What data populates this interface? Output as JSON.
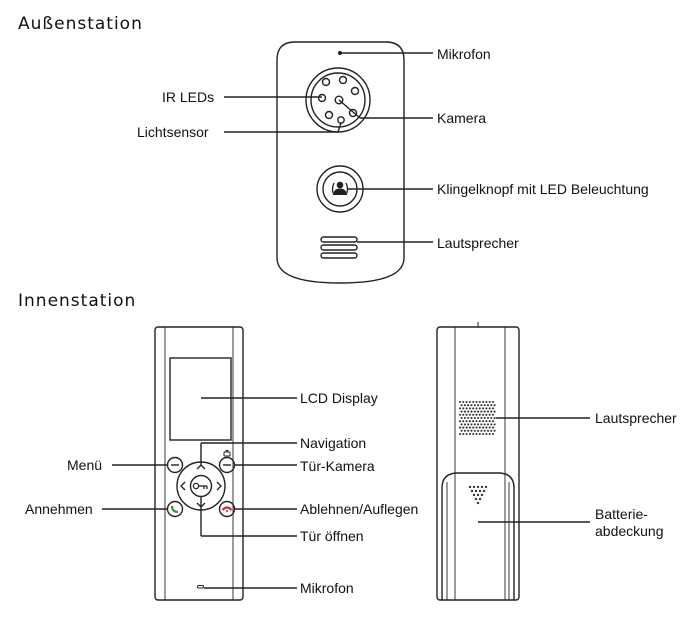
{
  "sections": {
    "outdoor_title": "Außenstation",
    "indoor_title": "Innenstation"
  },
  "outdoor_labels": {
    "mikrofon": "Mikrofon",
    "ir_leds": "IR LEDs",
    "kamera": "Kamera",
    "lichtsensor": "Lichtsensor",
    "klingelknopf": "Klingelknopf mit LED Beleuchtung",
    "lautsprecher": "Lautsprecher"
  },
  "indoor_labels": {
    "lcd_display": "LCD Display",
    "navigation": "Navigation",
    "menu": "Menü",
    "tuer_kamera": "Tür-Kamera",
    "annehmen": "Annehmen",
    "ablehnen": "Ablehnen/Auflegen",
    "tuer_oeffnen": "Tür öffnen",
    "mikrofon": "Mikrofon",
    "lautsprecher": "Lautsprecher",
    "batterie_line1": "Batterie-",
    "batterie_line2": "abdeckung"
  },
  "colors": {
    "line": "#222222",
    "answer_green": "#2e9b3a",
    "reject_red": "#d62a2a"
  },
  "icons": [
    "bell-person-icon",
    "key-icon",
    "phone-answer-icon",
    "phone-hangup-icon",
    "camera-icon",
    "minus-icon"
  ]
}
